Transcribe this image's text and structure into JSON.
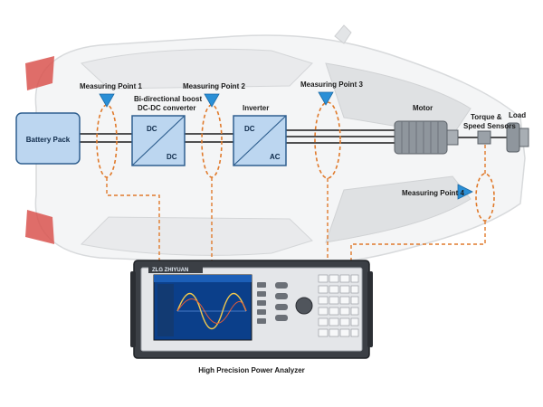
{
  "labels": {
    "mp1": "Measuring Point 1",
    "mp2": "Measuring Point 2",
    "mp3": "Measuring Point 3",
    "mp4": "Measuring Point 4",
    "boost_line1": "Bi-directional boost",
    "boost_line2": "DC-DC converter",
    "inverter": "Inverter",
    "motor": "Motor",
    "torque_line1": "Torque  &",
    "torque_line2": "Speed Sensors",
    "load": "Load",
    "battery": "Battery Pack",
    "dc_top": "DC",
    "dc_bottom": "DC",
    "inv_dc": "DC",
    "inv_ac": "AC",
    "analyzer": "High Precision Power Analyzer",
    "brand": "ZLG ZHIYUAN"
  },
  "colors": {
    "accent_orange": "#e07a2b",
    "marker_blue": "#2a8fd6",
    "box_blue": "#bcd6f0",
    "box_border": "#2f5f8f"
  }
}
